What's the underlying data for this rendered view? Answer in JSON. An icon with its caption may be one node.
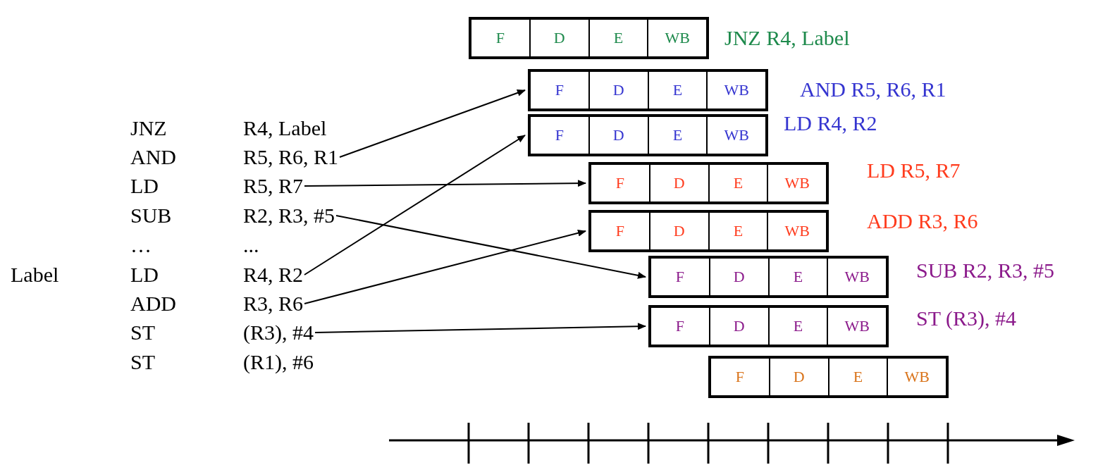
{
  "diagram": {
    "nodes": [
      {
        "text": [
          "JNZ",
          "R4, Label"
        ]
      },
      {
        "text": [
          "AND",
          "R5, R6, R1"
        ]
      },
      {
        "text": [
          "LD",
          "R5, R7"
        ]
      },
      {
        "text": [
          "SUB",
          "R2, R3, #5"
        ]
      },
      {
        "text": [
          "LD",
          "R4, R2"
        ]
      },
      {
        "text": [
          "ADD",
          "R3, R6"
        ]
      },
      {
        "text": [
          "ST",
          "(R3), #4"
        ]
      },
      {
        "text": [
          "ST",
          "(R1), #6"
        ]
      },
      {
        "text": [
          "F",
          "D",
          "E",
          "WB"
        ],
        "beside": [
          "JNZ R4, Label"
        ]
      },
      {
        "text": [
          "F",
          "D",
          "E",
          "WB"
        ],
        "beside": [
          "AND R5, R6, R1"
        ]
      },
      {
        "text": [
          "F",
          "D",
          "E",
          "WB"
        ],
        "beside": [
          "LD R4, R2"
        ]
      },
      {
        "text": [
          "F",
          "D",
          "E",
          "WB"
        ],
        "beside": [
          "LD R5, R7"
        ]
      },
      {
        "text": [
          "F",
          "D",
          "E",
          "WB"
        ],
        "beside": [
          "ADD R3, R6"
        ]
      },
      {
        "text": [
          "F",
          "D",
          "E",
          "WB"
        ],
        "beside": [
          "SUB R2, R3, #5"
        ]
      },
      {
        "text": [
          "F",
          "D",
          "E",
          "WB"
        ],
        "beside": [
          "ST (R3), #4"
        ]
      },
      {
        "text": [
          "F",
          "D",
          "E",
          "WB"
        ]
      }
    ],
    "edges": [
      {
        "from": 1,
        "to": 9,
        "arrow": "to"
      },
      {
        "from": 2,
        "to": 11,
        "arrow": "to"
      },
      {
        "from": 3,
        "to": 13,
        "arrow": "to"
      },
      {
        "from": 4,
        "to": 10,
        "arrow": "to"
      },
      {
        "from": 5,
        "to": 12,
        "arrow": "to"
      },
      {
        "from": 6,
        "to": 14,
        "arrow": "to"
      }
    ],
    "labels": [
      "…",
      "...",
      "Label"
    ]
  }
}
